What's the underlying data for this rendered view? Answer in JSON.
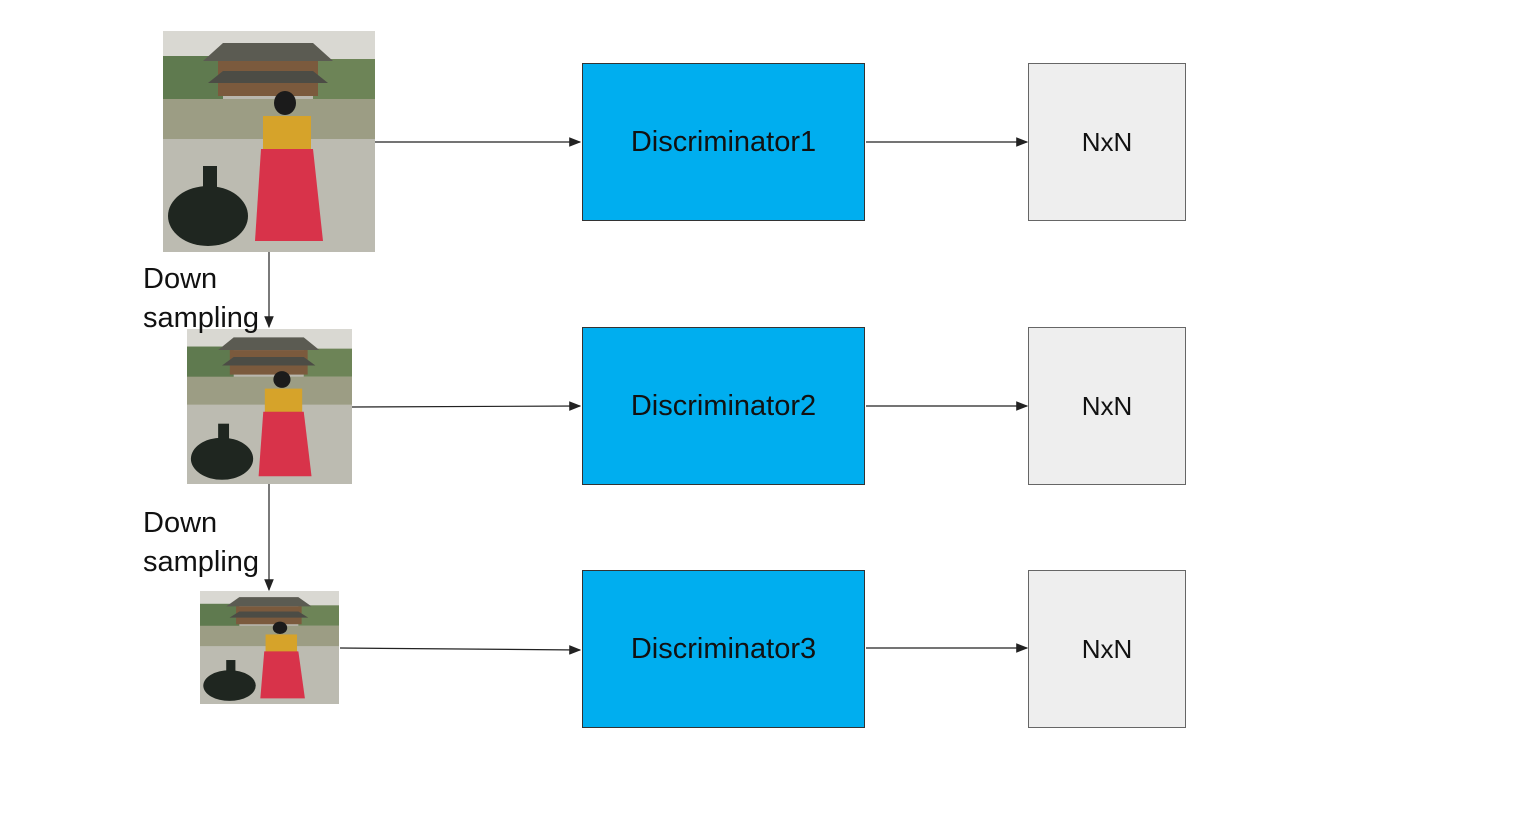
{
  "stages": [
    {
      "discriminator": "Discriminator1",
      "output": "NxN"
    },
    {
      "discriminator": "Discriminator2",
      "output": "NxN"
    },
    {
      "discriminator": "Discriminator3",
      "output": "NxN"
    }
  ],
  "downsampling_labels": [
    "Down\nsampling",
    "Down\nsampling"
  ],
  "colors": {
    "discriminator_fill": "#00aeef",
    "output_fill": "#eeeeee",
    "arrow": "#222222"
  }
}
